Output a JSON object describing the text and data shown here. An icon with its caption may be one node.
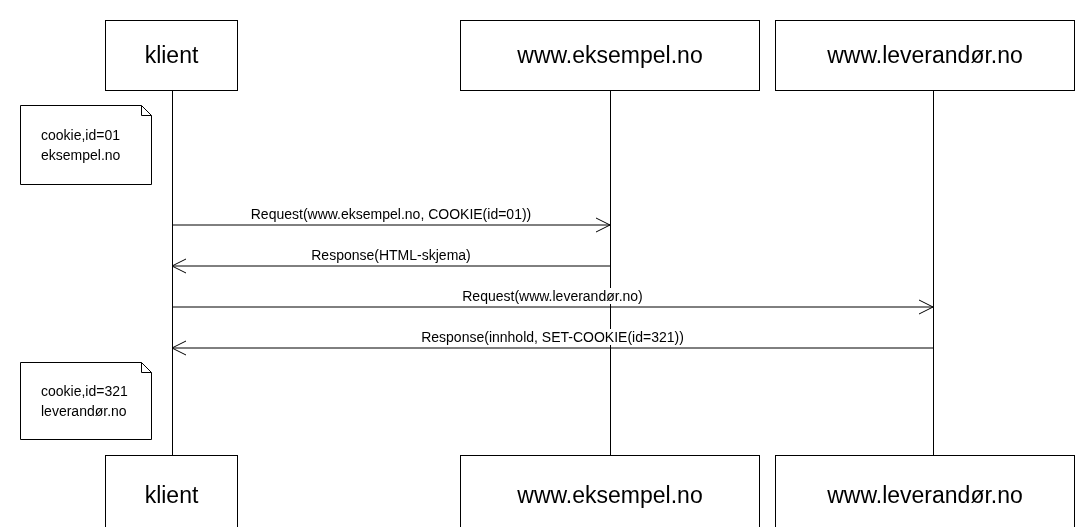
{
  "diagram": {
    "nodes": [
      {
        "text": [
          "klient"
        ]
      },
      {
        "text": [
          "www.eksempel.no"
        ]
      },
      {
        "text": [
          "www.leverandør.no"
        ]
      },
      {
        "text": [
          "klient"
        ]
      },
      {
        "text": [
          "www.eksempel.no"
        ]
      },
      {
        "text": [
          "www.leverandør.no"
        ]
      },
      {
        "text": [
          "cookie,id=01 eksempel.no"
        ]
      },
      {
        "text": [
          "cookie,id=321 leverandør.no"
        ]
      },
      {
        "text": [],
        "shape": "line"
      },
      {
        "text": [],
        "shape": "line"
      },
      {
        "text": [],
        "shape": "line"
      }
    ],
    "edges": [
      {
        "from": 8,
        "to": 9,
        "label": "Request(www.eksempel.no, COOKIE(id=01))",
        "arrow": "to"
      },
      {
        "from": 9,
        "to": 8,
        "label": "Response(HTML-skjema)",
        "arrow": "to"
      },
      {
        "from": 8,
        "to": 10,
        "label": "Request(www.leverandør.no)",
        "arrow": "to"
      },
      {
        "from": 10,
        "to": 8,
        "label": "Response(innhold, SET-COOKIE(id=321))",
        "arrow": "to"
      }
    ]
  }
}
